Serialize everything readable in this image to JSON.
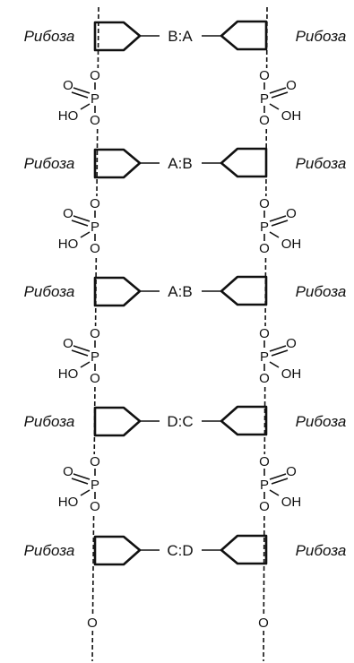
{
  "sugar_label": "Рибоза",
  "atoms": {
    "phosphorus": "P",
    "oxygen": "O",
    "hydroxyl_left": "HO",
    "hydroxyl_right": "OH"
  },
  "rows": [
    {
      "pair": "B:A"
    },
    {
      "pair": "A:B"
    },
    {
      "pair": "A:B"
    },
    {
      "pair": "D:C"
    },
    {
      "pair": "C:D"
    }
  ]
}
